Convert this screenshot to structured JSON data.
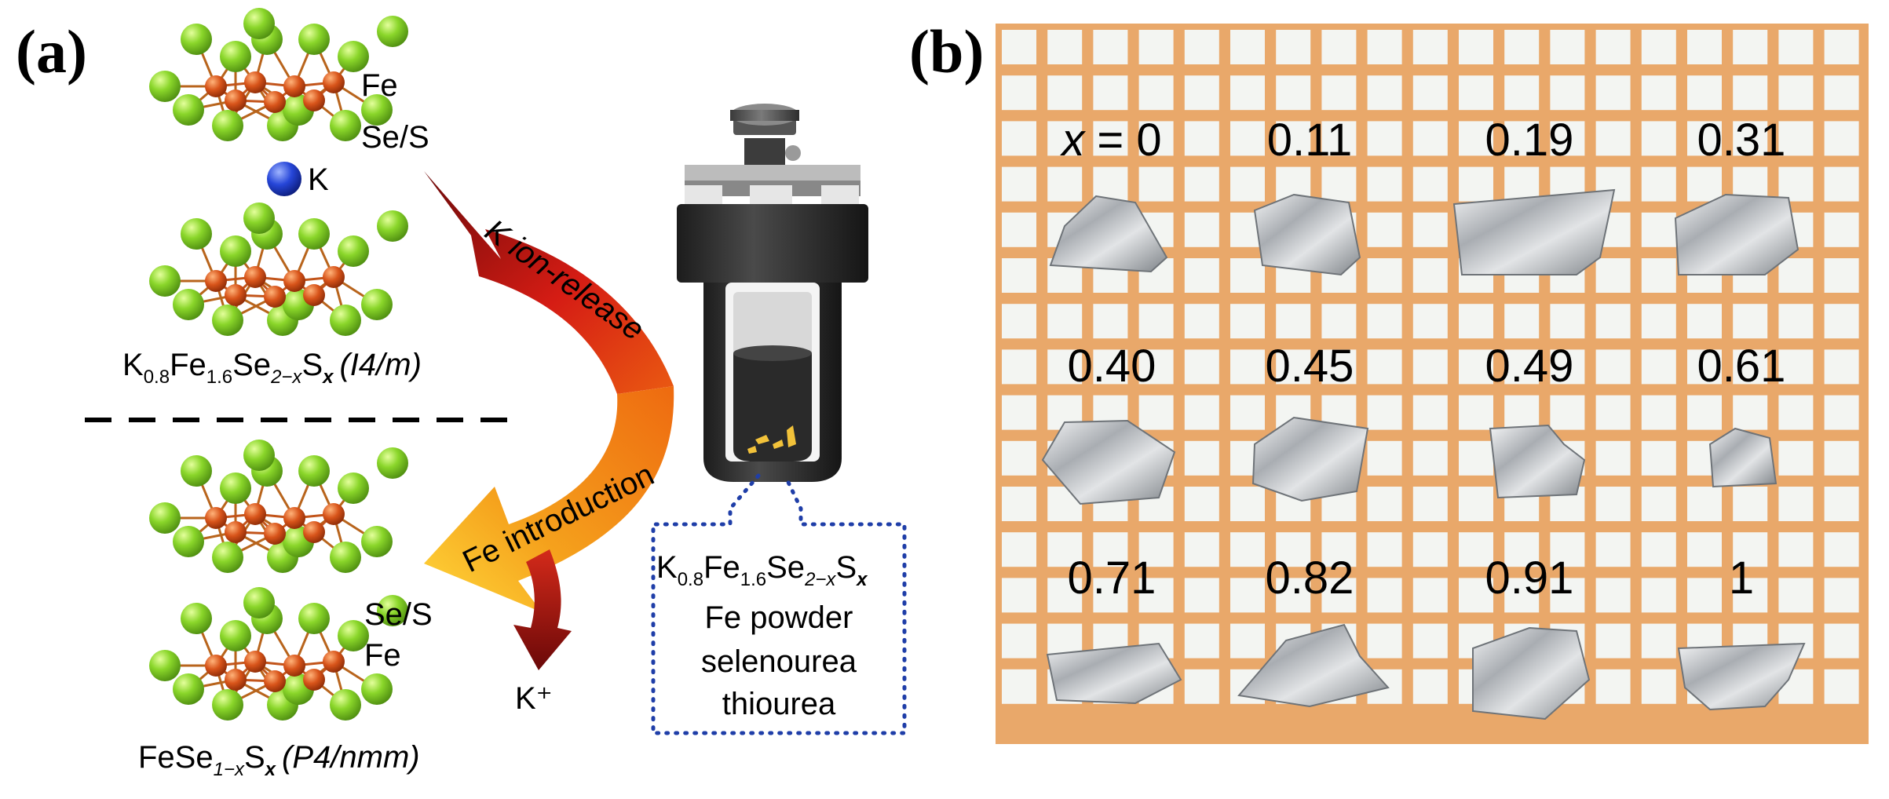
{
  "panel_a": {
    "letter": "(a)",
    "legend": {
      "fe": "Fe",
      "se_s": "Se/S",
      "k": "K",
      "se_s_2": "Se/S",
      "fe_2": "Fe"
    },
    "top_formula": {
      "k": "K",
      "k_sub": "0.8",
      "fe": "Fe",
      "fe_sub": "1.6",
      "se": "Se",
      "se_sub": "2−x",
      "s": "S",
      "s_sub": "x",
      "space_group": "(I4/m)"
    },
    "bottom_formula": {
      "fese": "FeSe",
      "se_sub": "1−x",
      "s": "S",
      "s_sub": "x",
      "space_group": "(P4/nmm)"
    },
    "arrow_top": "K ion-release",
    "arrow_bottom": "Fe introduction",
    "k_plus": "K⁺",
    "reagents": {
      "formula": {
        "k": "K",
        "k_sub": "0.8",
        "fe": "Fe",
        "fe_sub": "1.6",
        "se": "Se",
        "se_sub": "2−x",
        "s": "S",
        "s_sub": "x"
      },
      "line1": "Fe powder",
      "line2": "selenourea",
      "line3": "thiourea"
    },
    "colors": {
      "fe_atom": "#cc4a12",
      "se_atom": "#7cc222",
      "k_atom": "#1f3ec8",
      "fe_text": "#e0501a",
      "se_text": "#6cb42a",
      "k_text": "#1f3ec8",
      "dotted_box": "#1f3ea8"
    }
  },
  "panel_b": {
    "letter": "(b)",
    "samples": [
      {
        "label": "x = 0"
      },
      {
        "label": "0.11"
      },
      {
        "label": "0.19"
      },
      {
        "label": "0.31"
      },
      {
        "label": "0.40"
      },
      {
        "label": "0.45"
      },
      {
        "label": "0.49"
      },
      {
        "label": "0.61"
      },
      {
        "label": "0.71"
      },
      {
        "label": "0.82"
      },
      {
        "label": "0.91"
      },
      {
        "label": "1"
      }
    ],
    "colors": {
      "grid_bg": "#e9a86a",
      "cell": "#f3f5f2",
      "crystal": "#c9ccd0"
    }
  }
}
